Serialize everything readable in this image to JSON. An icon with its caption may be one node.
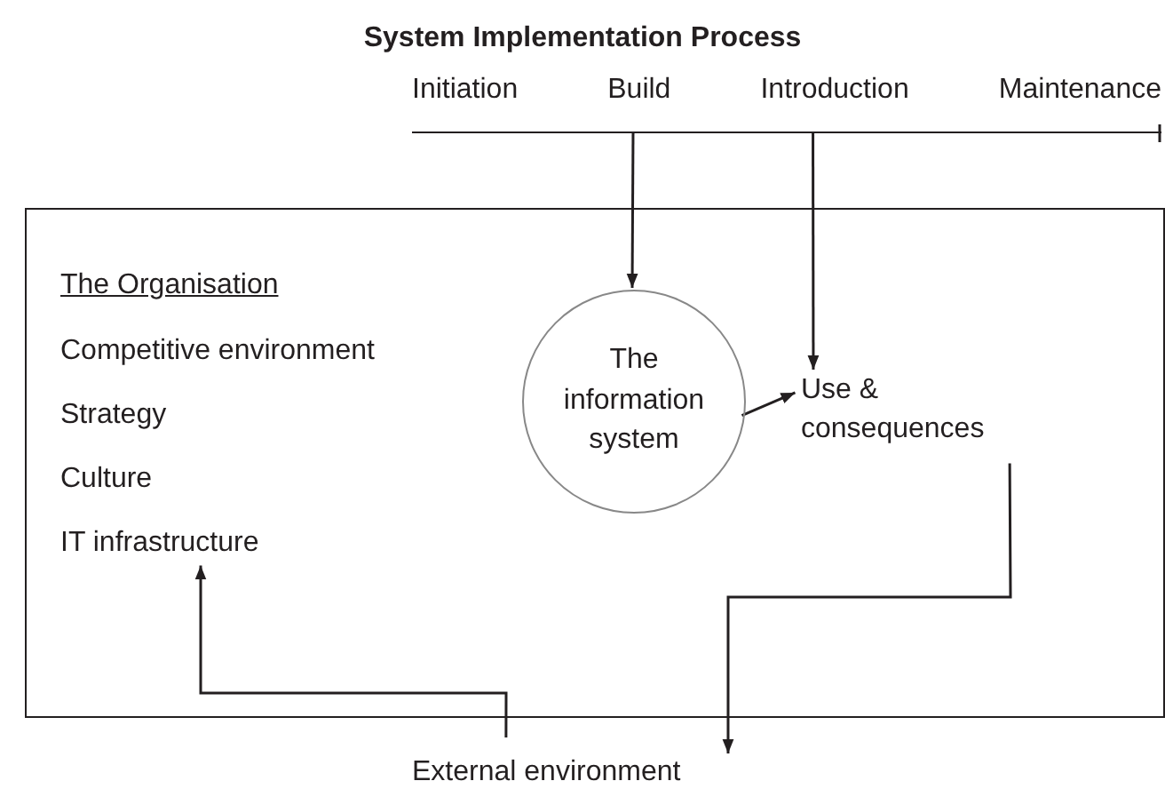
{
  "diagram": {
    "title": "System Implementation Process",
    "nodes": [
      {
        "text": [
          "Initiation",
          "Build",
          "Introduction",
          "Maintenance"
        ]
      },
      {
        "text": [
          "The Organisation"
        ]
      },
      {
        "text": [
          "Competitive environment"
        ],
        "in": 1
      },
      {
        "text": [
          "Strategy"
        ],
        "in": 1
      },
      {
        "text": [
          "Culture"
        ],
        "in": 1
      },
      {
        "text": [
          "IT infrastructure"
        ],
        "in": 1
      },
      {
        "text": [
          "The information system"
        ],
        "in": 1
      },
      {
        "text": [
          "Use & consequences"
        ],
        "in": 1
      },
      {
        "text": [
          "External environment"
        ]
      }
    ],
    "edges": [
      {
        "from": 0,
        "to": 6,
        "arrow": "to"
      },
      {
        "from": 0,
        "to": 7,
        "arrow": "to"
      },
      {
        "from": 6,
        "to": 7,
        "arrow": "to"
      },
      {
        "from": 7,
        "to": 8,
        "arrow": "to"
      },
      {
        "from": 8,
        "to": 5,
        "arrow": "to"
      }
    ]
  }
}
